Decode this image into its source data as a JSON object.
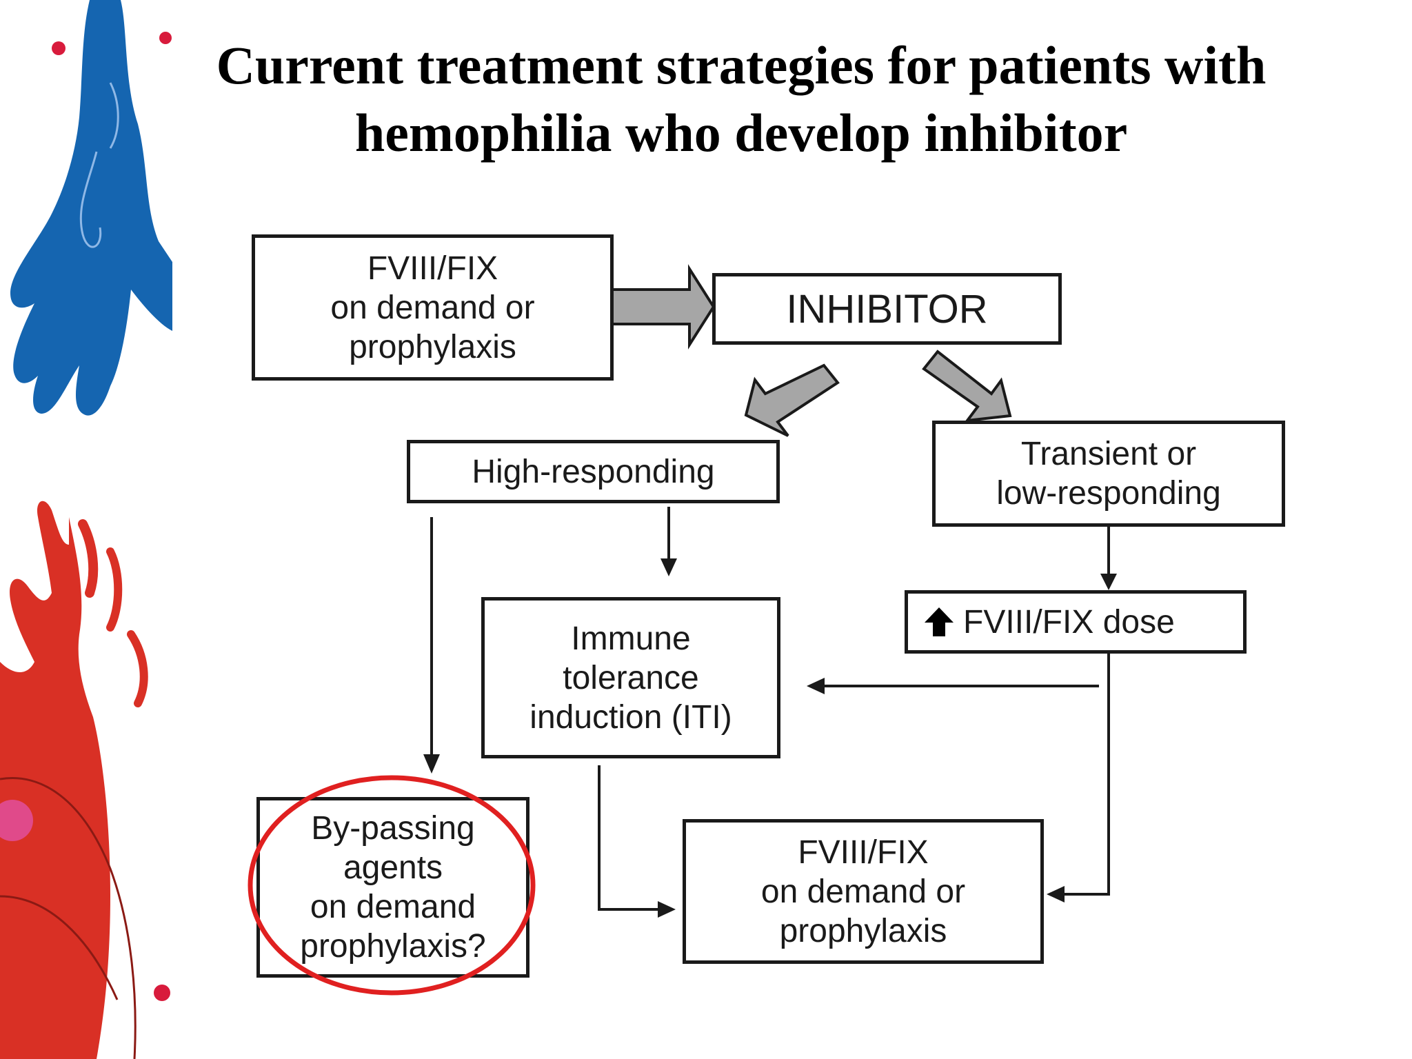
{
  "title": {
    "line1": "Current treatment  strategies for  patients with",
    "line2": "hemophilia who develop inhibitor"
  },
  "diagram": {
    "start_box": [
      "FVIII/FIX",
      "on demand or",
      "prophylaxis"
    ],
    "inhibitor_box": "INHIBITOR",
    "high_responding_box": "High-responding",
    "low_responding_box": [
      "Transient or",
      "low-responding"
    ],
    "dose_box": "FVIII/FIX dose",
    "dose_icon": "up-arrow-icon",
    "iti_box": [
      "Immune",
      "tolerance",
      "induction (ITI)"
    ],
    "bypassing_box": [
      "By-passing",
      "agents",
      "on demand",
      "prophylaxis?"
    ],
    "end_box": [
      "FVIII/FIX",
      "on demand or",
      "prophylaxis"
    ]
  },
  "colors": {
    "highlight_circle": "#e02020",
    "block_arrow_fill": "#a6a6a6",
    "line": "#1a1a1a",
    "blue_hand": "#1565b0",
    "red_hand": "#d93025"
  }
}
